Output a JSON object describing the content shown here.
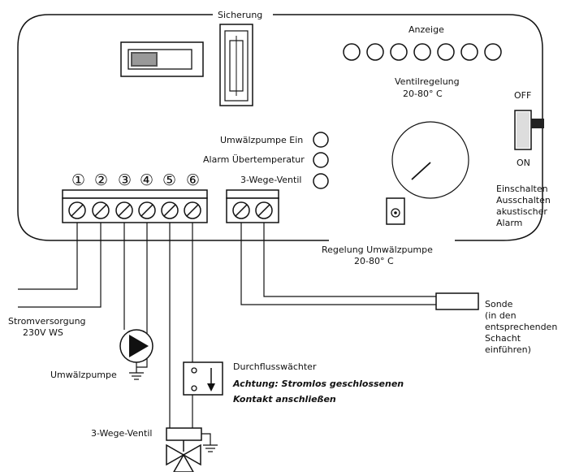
{
  "labels": {
    "sicherung": "Sicherung",
    "anzeige": "Anzeige",
    "ventilregelung_1": "Ventilregelung",
    "ventilregelung_2": "20-80° C",
    "off": "OFF",
    "on": "ON",
    "alarm_switch_1": "Einschalten",
    "alarm_switch_2": "Ausschalten",
    "alarm_switch_3": "akustischer",
    "alarm_switch_4": "Alarm",
    "led_pump": "Umwälzpumpe Ein",
    "led_alarm": "Alarm Übertemperatur",
    "led_valve": "3-Wege-Ventil",
    "regelung_1": "Regelung Umwälzpumpe",
    "regelung_2": "20-80° C",
    "sonde_1": "Sonde",
    "sonde_2": "(in den",
    "sonde_3": "entsprechenden",
    "sonde_4": "Schacht",
    "sonde_5": "einführen)",
    "strom_1": "Stromversorgung",
    "strom_2": "230V WS",
    "pumpe": "Umwälzpumpe",
    "durchfluss_1": "Durchflusswächter",
    "durchfluss_2": "Achtung: Stromlos geschlossenen",
    "durchfluss_3": "Kontakt anschließen",
    "ventil": "3-Wege-Ventil"
  },
  "terminal_numbers": [
    "①",
    "②",
    "③",
    "④",
    "⑤",
    "⑥"
  ]
}
